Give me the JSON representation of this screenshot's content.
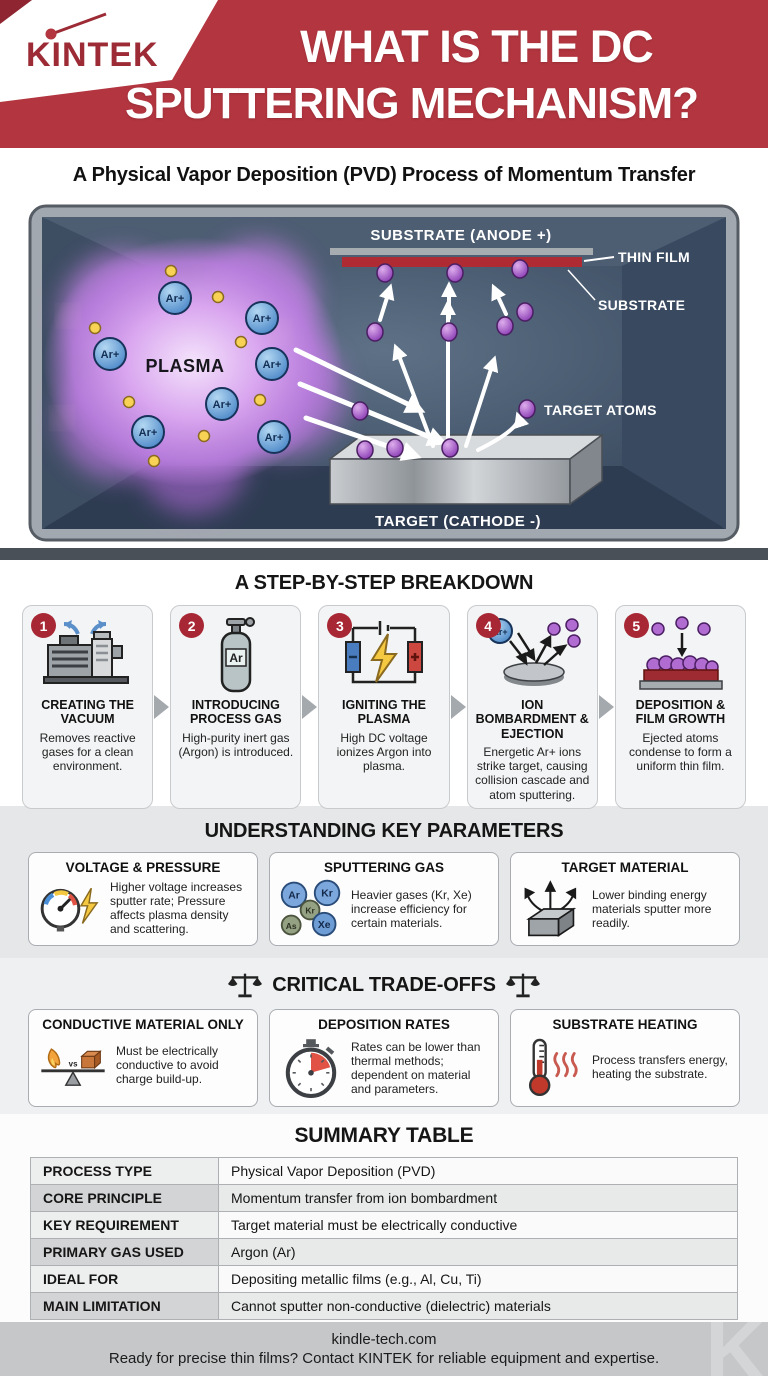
{
  "header": {
    "brand": "KINTEK",
    "title_line1": "WHAT IS THE DC",
    "title_line2": "SPUTTERING MECHANISM?",
    "subtitle": "A Physical Vapor Deposition (PVD) Process of Momentum Transfer"
  },
  "diagram": {
    "labels": {
      "substrate_anode": "SUBSTRATE (ANODE +)",
      "thin_film": "THIN FILM",
      "substrate": "SUBSTRATE",
      "target_atoms": "TARGET ATOMS",
      "plasma": "PLASMA",
      "target_cathode": "TARGET (CATHODE -)"
    },
    "ion_label": "Ar+"
  },
  "steps": {
    "title": "A STEP-BY-STEP BREAKDOWN",
    "items": [
      {
        "number": "1",
        "title": "CREATING THE VACUUM",
        "desc": "Removes reactive gases for a clean environment.",
        "icon": "vacuum-pump"
      },
      {
        "number": "2",
        "title": "INTRODUCING PROCESS GAS",
        "desc": "High-purity inert gas (Argon) is introduced.",
        "icon": "gas-cylinder",
        "cylinder_label": "Ar"
      },
      {
        "number": "3",
        "title": "IGNITING THE PLASMA",
        "desc": "High DC voltage ionizes Argon into plasma.",
        "icon": "dc-circuit"
      },
      {
        "number": "4",
        "title": "ION BOMBARDMENT & EJECTION",
        "desc": "Energetic Ar+ ions strike target, causing collision cascade and atom sputtering.",
        "icon": "ion-impact"
      },
      {
        "number": "5",
        "title": "DEPOSITION & FILM GROWTH",
        "desc": "Ejected atoms condense to form a uniform thin film.",
        "icon": "film-growth"
      }
    ]
  },
  "parameters": {
    "title": "UNDERSTANDING KEY PARAMETERS",
    "items": [
      {
        "title": "VOLTAGE & PRESSURE",
        "desc": "Higher voltage increases sputter rate; Pressure affects plasma density and scattering.",
        "icon": "gauge-lightning"
      },
      {
        "title": "SPUTTERING GAS",
        "desc": "Heavier gases (Kr, Xe) increase efficiency for certain materials.",
        "icon": "gas-atoms",
        "gases": [
          "Ar",
          "Kr",
          "Kr",
          "As",
          "Xe"
        ]
      },
      {
        "title": "TARGET MATERIAL",
        "desc": "Lower binding energy materials sputter more readily.",
        "icon": "target-block"
      }
    ]
  },
  "tradeoffs": {
    "title": "CRITICAL TRADE-OFFS",
    "items": [
      {
        "title": "CONDUCTIVE MATERIAL ONLY",
        "desc": "Must be electrically conductive to avoid charge build-up.",
        "icon": "balance-flame-vs-box",
        "vs_label": "vs"
      },
      {
        "title": "DEPOSITION RATES",
        "desc": "Rates can be lower than thermal methods; dependent on material and parameters.",
        "icon": "stopwatch"
      },
      {
        "title": "SUBSTRATE HEATING",
        "desc": "Process transfers energy, heating the substrate.",
        "icon": "thermometer"
      }
    ]
  },
  "summary": {
    "title": "SUMMARY TABLE",
    "rows": [
      {
        "label": "PROCESS TYPE",
        "value": "Physical Vapor Deposition (PVD)"
      },
      {
        "label": "CORE PRINCIPLE",
        "value": "Momentum transfer from ion bombardment"
      },
      {
        "label": "KEY REQUIREMENT",
        "value": "Target material must be electrically conductive"
      },
      {
        "label": "PRIMARY GAS USED",
        "value": "Argon (Ar)"
      },
      {
        "label": "IDEAL FOR",
        "value": "Depositing metallic films (e.g., Al, Cu, Ti)"
      },
      {
        "label": "MAIN LIMITATION",
        "value": "Cannot sputter non-conductive (dielectric) materials"
      }
    ]
  },
  "footer": {
    "website": "kindle-tech.com",
    "cta": "Ready for precise thin films? Contact KINTEK for reliable equipment and expertise.",
    "watermark": "K"
  },
  "colors": {
    "brand_red": "#B2353F",
    "logo_dark_red": "#9C2B36",
    "badge_red": "#A72834",
    "thin_film_red": "#AF2B33",
    "plasma_purple": "#C487E3",
    "ion_blue": "#5B9BD5",
    "atom_purple": "#9B59B6",
    "chamber_navy": "#46566B",
    "band_gray": "#E5E7E8",
    "footer_gray": "#C5C7C9"
  }
}
